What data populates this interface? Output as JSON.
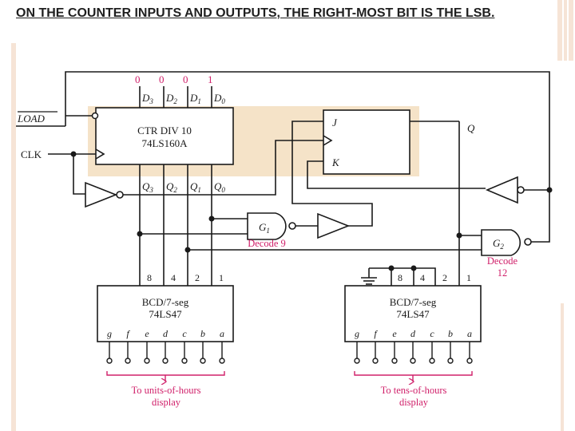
{
  "slide": {
    "heading": "ON THE COUNTER INPUTS AND OUTPUTS, THE RIGHT-MOST BIT IS THE LSB."
  },
  "diagram": {
    "preset_values": [
      "0",
      "0",
      "0",
      "1"
    ],
    "counter": {
      "name_line1": "CTR DIV 10",
      "name_line2": "74LS160A",
      "inputs": [
        "D",
        "D",
        "D",
        "D"
      ],
      "input_subs": [
        "3",
        "2",
        "1",
        "0"
      ],
      "outputs": [
        "Q",
        "Q",
        "Q",
        "Q"
      ],
      "output_subs": [
        "3",
        "2",
        "1",
        "0"
      ]
    },
    "load_label": "LOAD",
    "clk_label": "CLK",
    "flipflop": {
      "j": "J",
      "k": "K",
      "q": "Q"
    },
    "gate1": {
      "name": "G",
      "sub": "1",
      "caption": "Decode 9"
    },
    "gate2": {
      "name": "G",
      "sub": "2",
      "caption_line1": "Decode",
      "caption_line2": "12"
    },
    "decoder_left": {
      "line1": "BCD/7-seg",
      "line2": "74LS47",
      "weights": [
        "8",
        "4",
        "2",
        "1"
      ],
      "segments": [
        "g",
        "f",
        "e",
        "d",
        "c",
        "b",
        "a"
      ],
      "caption_line1": "To units-of-hours",
      "caption_line2": "display"
    },
    "decoder_right": {
      "line1": "BCD/7-seg",
      "line2": "74LS47",
      "weights": [
        "8",
        "4",
        "2",
        "1"
      ],
      "segments": [
        "g",
        "f",
        "e",
        "d",
        "c",
        "b",
        "a"
      ],
      "caption_line1": "To tens-of-hours",
      "caption_line2": "display"
    },
    "colors": {
      "wire": "#1a1a1a",
      "highlight": "#f5e3c8",
      "accent": "#d0206a"
    }
  }
}
